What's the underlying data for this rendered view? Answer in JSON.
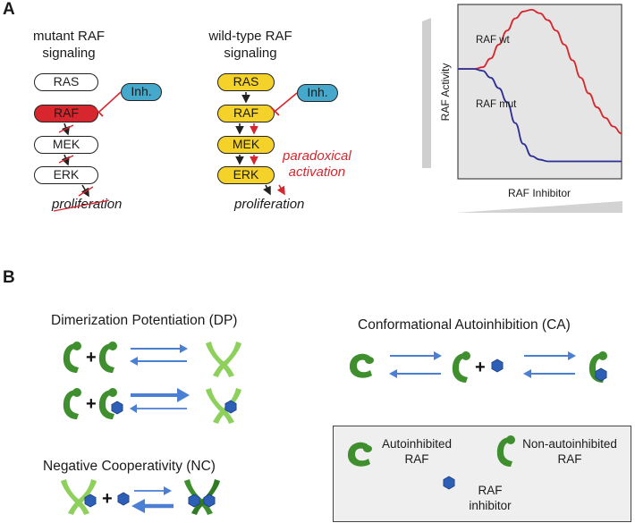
{
  "panel_a": {
    "letter": "A",
    "mutant": {
      "title_line1": "mutant RAF",
      "title_line2": "signaling",
      "nodes": [
        "RAS",
        "RAF",
        "MEK",
        "ERK"
      ],
      "inhibitor": "Inh.",
      "outcome": "proliferation"
    },
    "wildtype": {
      "title_line1": "wild-type RAF",
      "title_line2": "signaling",
      "nodes": [
        "RAS",
        "RAF",
        "MEK",
        "ERK"
      ],
      "inhibitor": "Inh.",
      "outcome": "proliferation",
      "annotation_line1": "paradoxical",
      "annotation_line2": "activation"
    },
    "colors": {
      "mutant_raf": "#d7262d",
      "wildtype_nodes": "#f5d22a",
      "inhibitor": "#46a9cc",
      "paradox_arrow": "#d7262d"
    }
  },
  "chart_data": {
    "type": "line",
    "xlabel": "RAF Inhibitor",
    "ylabel": "RAF Activity",
    "x": [
      0,
      0.5,
      1,
      1.5,
      2,
      2.5,
      3,
      3.5,
      4,
      4.5,
      5,
      5.5,
      6,
      6.5,
      7,
      7.5,
      8,
      8.5,
      9,
      9.5,
      10
    ],
    "series": [
      {
        "name": "RAF wt",
        "color": "#d7262d",
        "values": [
          0.63,
          0.63,
          0.63,
          0.64,
          0.69,
          0.77,
          0.85,
          0.92,
          0.96,
          0.97,
          0.95,
          0.91,
          0.85,
          0.77,
          0.68,
          0.58,
          0.49,
          0.41,
          0.35,
          0.3,
          0.26
        ]
      },
      {
        "name": "RAF mut",
        "color": "#2b2f94",
        "values": [
          0.63,
          0.63,
          0.63,
          0.62,
          0.58,
          0.52,
          0.44,
          0.32,
          0.2,
          0.13,
          0.11,
          0.1,
          0.1,
          0.1,
          0.1,
          0.1,
          0.1,
          0.1,
          0.1,
          0.1,
          0.1
        ]
      }
    ],
    "xlim": [
      0,
      10
    ],
    "ylim": [
      0,
      1
    ],
    "background": "#e5e5e5",
    "grid": false
  },
  "panel_b": {
    "letter": "B",
    "dp_title": "Dimerization Potentiation (DP)",
    "nc_title": "Negative Cooperativity (NC)",
    "ca_title": "Conformational Autoinhibition (CA)",
    "plus": "+",
    "legend": {
      "autoinhibited_line1": "Autoinhibited",
      "autoinhibited_line2": "RAF",
      "nonauto_line1": "Non-autoinhibited",
      "nonauto_line2": "RAF",
      "inhibitor_line1": "RAF",
      "inhibitor_line2": "inhibitor"
    },
    "colors": {
      "raf_dark": "#3f8f2f",
      "raf_light": "#8dd05c",
      "inhibitor_fill": "#2e5fb6",
      "arrow": "#4a7fd3"
    }
  }
}
